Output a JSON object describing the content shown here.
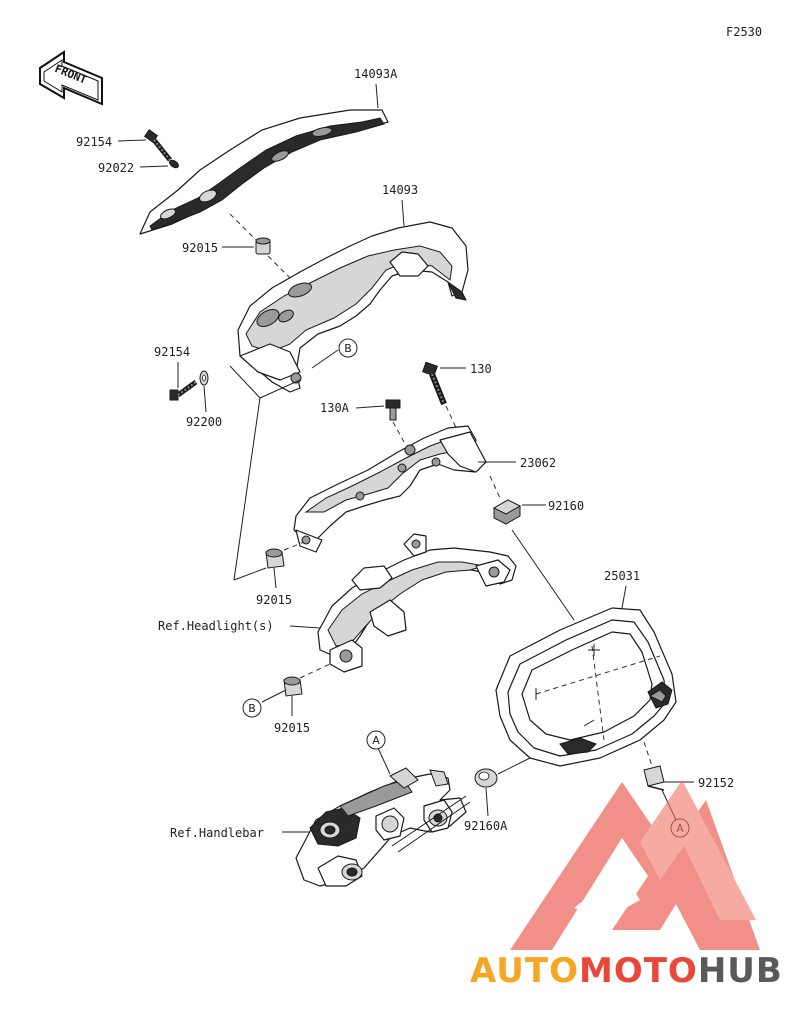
{
  "diagram_code": "F2530",
  "front_label": "FRONT",
  "labels": {
    "p14093A": "14093A",
    "p92154_top": "92154",
    "p92022": "92022",
    "p14093": "14093",
    "p92015_top": "92015",
    "refB_top": "B",
    "p92154_mid": "92154",
    "p92200": "92200",
    "p130": "130",
    "p130A": "130A",
    "p23062": "23062",
    "p92160": "92160",
    "p92015_mid": "92015",
    "ref_headlight": "Ref.Headlight(s)",
    "p25031": "25031",
    "refB_bottom": "B",
    "p92015_bottom": "92015",
    "refA_top": "A",
    "p92152": "92152",
    "ref_handlebar": "Ref.Handlebar",
    "p92160A": "92160A",
    "refA_bottom": "A"
  },
  "watermark": {
    "part1": "AUTO",
    "part2": "MOTO",
    "part3": "HUB",
    "color_orange": "#f5a623",
    "color_red": "#e8483a",
    "color_gray": "#5a5a5a"
  }
}
